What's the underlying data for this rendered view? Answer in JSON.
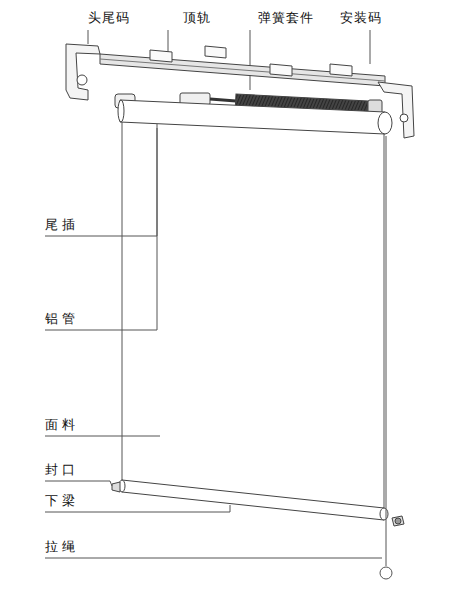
{
  "diagram": {
    "labels": [
      "头尾码",
      "顶轨",
      "弹簧套件",
      "安装码",
      "尾插",
      "铝管",
      "面料",
      "封口",
      "下梁",
      "拉绳"
    ]
  }
}
